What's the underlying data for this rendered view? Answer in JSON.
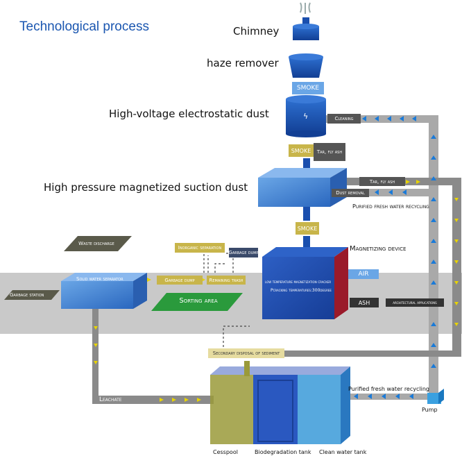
{
  "title": "Technological process",
  "labels": {
    "chimney": "Chimney",
    "haze_remover": "haze remover",
    "electrostatic": "High-voltage electrostatic dust",
    "suction": "High pressure magnetized suction dust",
    "magnetizing_device": "Magnetizing device",
    "air": "AIR",
    "ash": "ASH",
    "architectural_applications": "architectural applications",
    "cracker_1": "low temperature magnetization cracker",
    "cracker_2": "Pcracking temperatures:300degree",
    "smoke_top": "SMOKE",
    "smoke_mid": "SMOKE",
    "smoke_low": "SMOKE",
    "tar_fly_ash_1": "Tar, fly ash",
    "tar_fly_ash_2": "Tar, fly ash",
    "cleaning": "Cleaning",
    "dust_removal": "Dust removal",
    "purified_right": "Purified fresh water recycling",
    "waste_discharge": "Waste discharge",
    "solid_water_separator": "Solid water separator",
    "garbage_station": "Garbage station",
    "inorganic_separation": "Inorganic separation",
    "garbage_dump_1": "Garbage dump",
    "garbage_dump_2": "Garbage dump",
    "remaining_trash": "Remaining trash",
    "sorting_area": "Sorting area",
    "secondary_disposal": "Secondary disposal of sediment",
    "leachate": "Leachate",
    "purified_bottom": "Purified fresh water recycling",
    "pump": "Pump",
    "cesspool": "Cesspool",
    "biodegradation_tank": "Biodegradation tank",
    "clean_water_tank": "Clean water tank"
  },
  "colors": {
    "blue_dark": "#1a4fae",
    "blue_light": "#4a8fd8",
    "olive": "#c8b54a",
    "green": "#2a9a3c",
    "gray_band": "#c9c9c9",
    "pipe": "#9a9a9a",
    "arrow_blue": "#1a7ad8",
    "arrow_yellow": "#e8d400",
    "red_panel": "#9a1a2a"
  }
}
